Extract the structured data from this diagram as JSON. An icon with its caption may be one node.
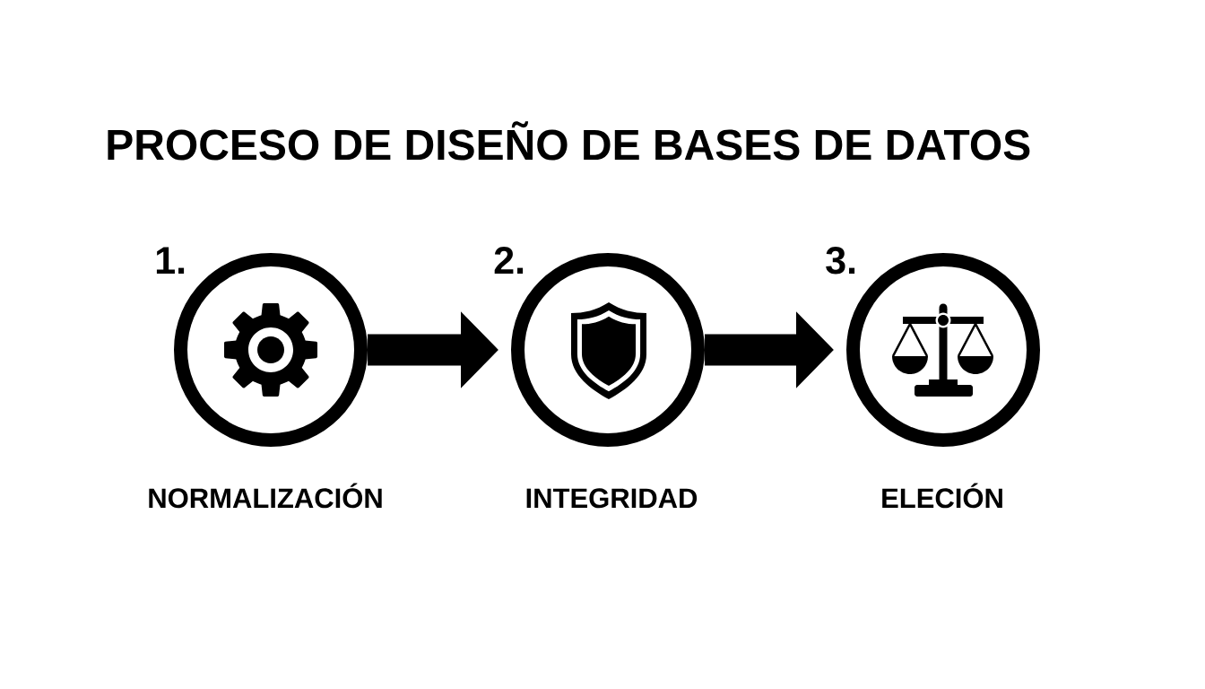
{
  "diagram": {
    "title": "PROCESO DE DISEÑO DE BASES DE DATOS",
    "nodes": [
      {
        "text": [
          "1.",
          "NORMALIZACIÓN"
        ]
      },
      {
        "text": [
          "2.",
          "INTEGRIDAD"
        ]
      },
      {
        "text": [
          "3.",
          "ELECIÓN"
        ]
      }
    ],
    "edges": [
      {
        "from": 0,
        "to": 1,
        "arrow": "to"
      },
      {
        "from": 1,
        "to": 2,
        "arrow": "to"
      }
    ]
  }
}
